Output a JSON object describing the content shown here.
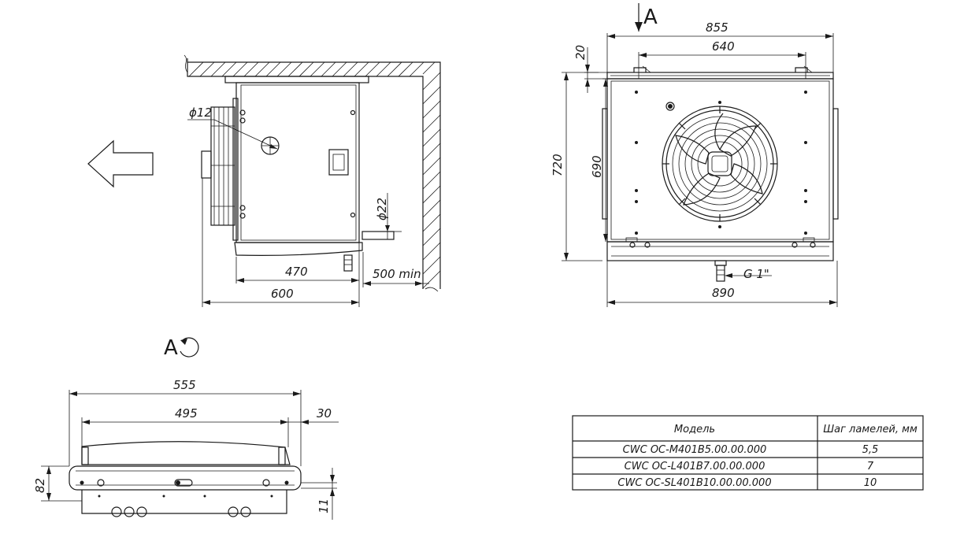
{
  "side_view": {
    "dims": {
      "d_hole": "ϕ12",
      "d_drain": "ϕ22",
      "w470": "470",
      "w600": "600",
      "clearance": "500 min"
    }
  },
  "front_view": {
    "view_label": "A",
    "dims": {
      "w855": "855",
      "w640": "640",
      "h20": "20",
      "h720": "720",
      "h690": "690",
      "w890": "890",
      "thread": "G 1\""
    }
  },
  "bottom_view": {
    "title_letter": "A",
    "dims": {
      "w555": "555",
      "w495": "495",
      "w30": "30",
      "h82": "82",
      "h11": "11"
    }
  },
  "table": {
    "headers": [
      "Модель",
      "Шаг ламелей, мм"
    ],
    "rows": [
      {
        "model": "CWC OC-M401B5.00.00.000",
        "pitch": "5,5"
      },
      {
        "model": "CWC OC-L401B7.00.00.000",
        "pitch": "7"
      },
      {
        "model": "CWC OC-SL401B10.00.00.000",
        "pitch": "10"
      }
    ]
  }
}
